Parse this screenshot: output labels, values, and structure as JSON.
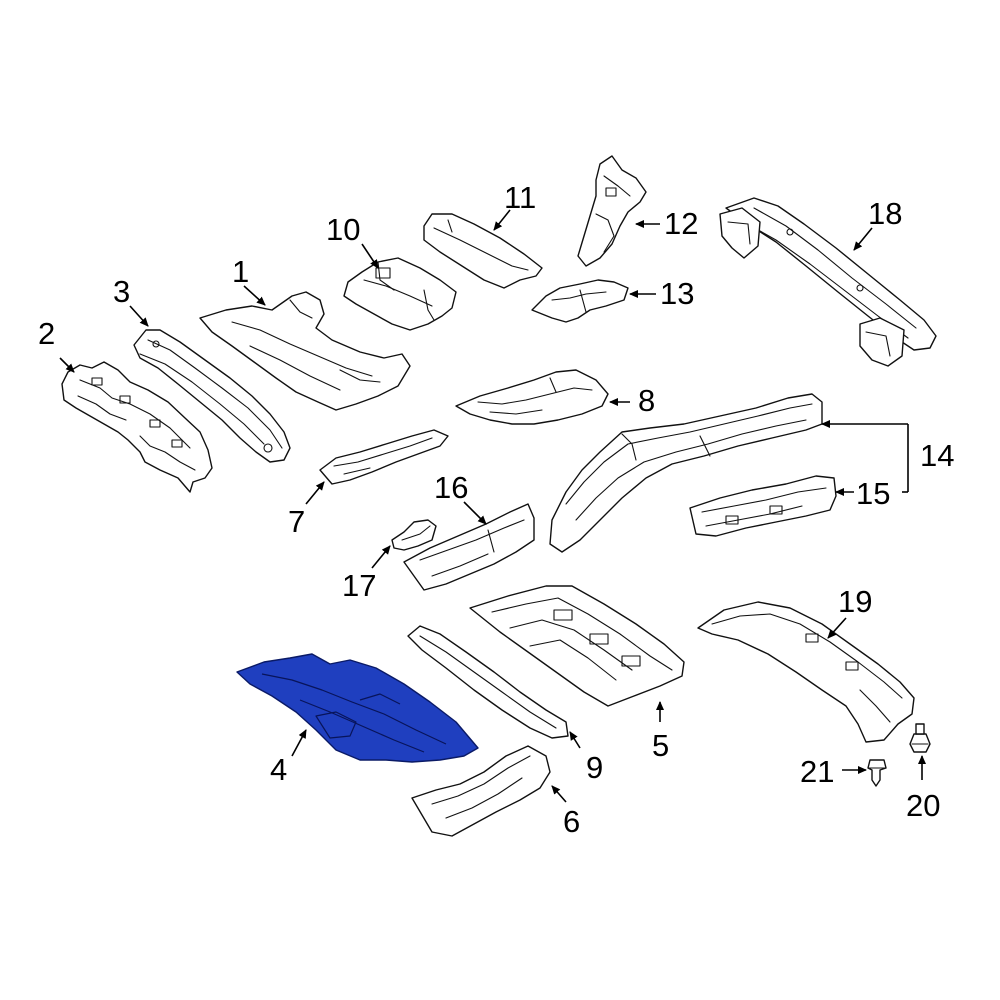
{
  "diagram": {
    "highlight_color": "#1f3fbf",
    "highlighted_part": "4",
    "callouts": {
      "c1": "1",
      "c2": "2",
      "c3": "3",
      "c4": "4",
      "c5": "5",
      "c6": "6",
      "c7": "7",
      "c8": "8",
      "c9": "9",
      "c10": "10",
      "c11": "11",
      "c12": "12",
      "c13": "13",
      "c14": "14",
      "c15": "15",
      "c16": "16",
      "c17": "17",
      "c18": "18",
      "c19": "19",
      "c20": "20",
      "c21": "21"
    }
  }
}
